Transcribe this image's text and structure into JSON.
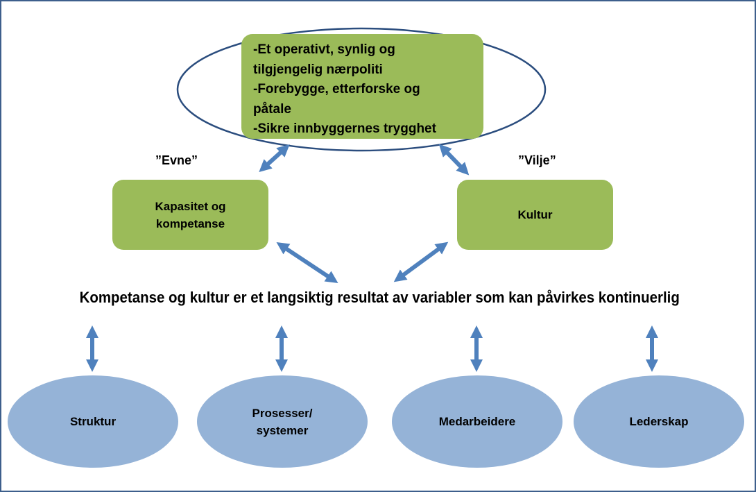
{
  "goals": {
    "line1": "-Et operativt, synlig og",
    "line2": "tilgjengelig nærpoliti",
    "line3": "-Forebygge, etterforske og",
    "line4": "påtale",
    "line5": "-Sikre innbyggernes trygghet"
  },
  "evne_label": "”Evne”",
  "vilje_label": "”Vilje”",
  "capacity_box": {
    "line1": "Kapasitet og",
    "line2": "kompetanse"
  },
  "culture_box": {
    "label": "Kultur"
  },
  "statement": "Kompetanse og kultur er et langsiktig resultat av variabler som kan påvirkes kontinuerlig",
  "factors": {
    "struktur": "Struktur",
    "prosesser_line1": "Prosesser/",
    "prosesser_line2": "systemer",
    "medarbeidere": "Medarbeidere",
    "lederskap": "Lederskap"
  },
  "colors": {
    "green_box": "#9bbb59",
    "blue_oval": "#95b3d7",
    "arrow": "#4f81bd",
    "outline": "#3d5f8c"
  }
}
